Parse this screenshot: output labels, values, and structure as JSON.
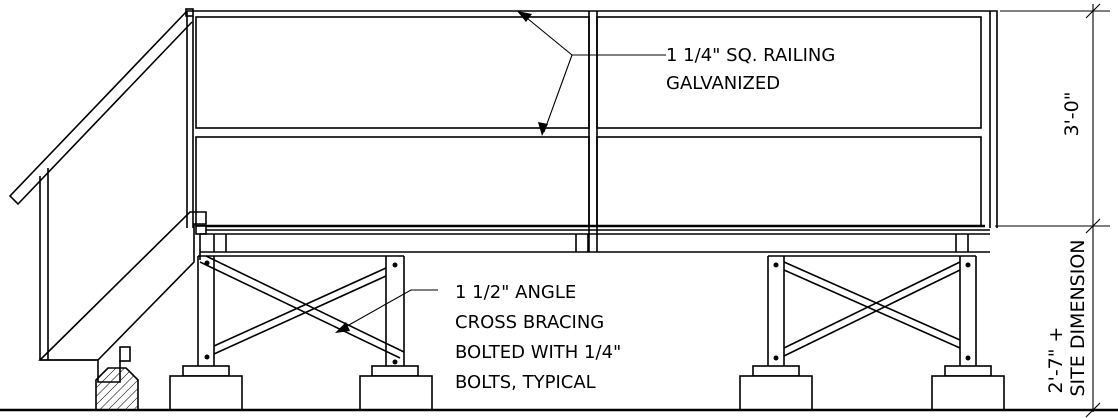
{
  "callouts": {
    "railing_line1": "1 1/4\" SQ. RAILING",
    "railing_line2": "GALVANIZED",
    "bracing_line1": "1 1/2\" ANGLE",
    "bracing_line2": "CROSS BRACING",
    "bracing_line3": "BOLTED WITH 1/4\"",
    "bracing_line4": "BOLTS, TYPICAL"
  },
  "dimensions": {
    "railing_height": "3'-0\"",
    "deck_height": "2'-7\" +",
    "deck_height_note": "SITE DIMENSION"
  }
}
